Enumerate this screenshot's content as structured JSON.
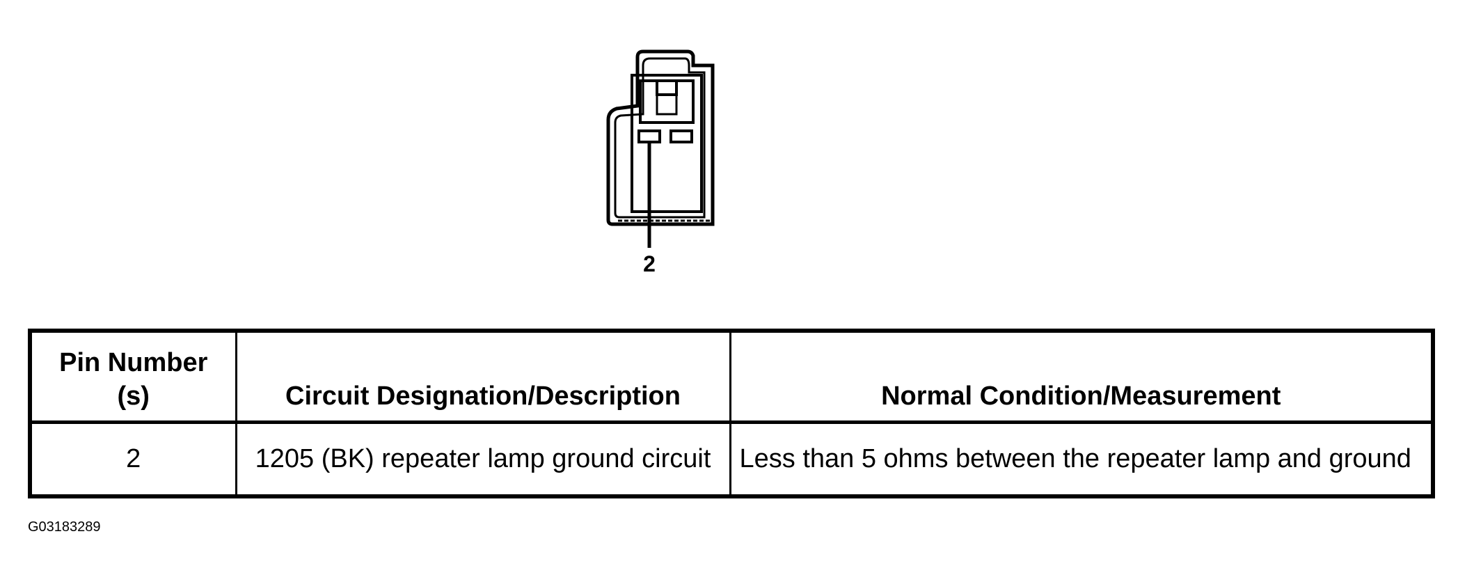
{
  "connector": {
    "pin_label": "2"
  },
  "table": {
    "headers": [
      "Pin Number (s)",
      "Circuit Designation/Description",
      "Normal Condition/Measurement"
    ],
    "rows": [
      {
        "pin": "2",
        "circuit": "1205 (BK) repeater lamp ground circuit",
        "condition": "Less than 5 ohms between the repeater lamp and ground"
      }
    ]
  },
  "figure_id": "G03183289"
}
